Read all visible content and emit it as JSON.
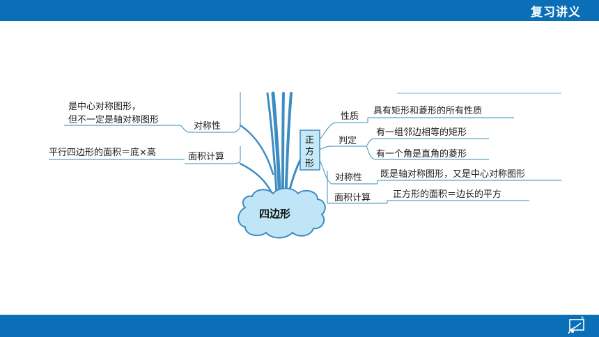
{
  "header": {
    "title": "复习讲义"
  },
  "footer": {
    "page_number": "9",
    "icon": "presenter-board-icon"
  },
  "colors": {
    "bar": "#0a6fb6",
    "branch": "#3d8cc2",
    "cloud_fill": "#bfe5f7",
    "cloud_stroke": "#3d8cc2",
    "box_fill": "#c6e8f7"
  },
  "mindmap": {
    "center": "四边形",
    "left": {
      "symmetry_desc_1": "是中心对称图形，",
      "symmetry_desc_2": "但不一定是轴对称图形",
      "symmetry_label": "对称性",
      "area_desc": "平行四边形的面积＝底×高",
      "area_label": "面积计算"
    },
    "square": {
      "title": "正方形",
      "title_chars": [
        "正",
        "方",
        "形"
      ],
      "property_label": "性质",
      "property_desc": "具有矩形和菱形的所有性质",
      "judge_label": "判定",
      "judge_1": "有一组邻边相等的矩形",
      "judge_2": "有一个角是直角的菱形",
      "symmetry_label": "对称性",
      "symmetry_desc": "既是轴对称图形，又是中心对称图形",
      "area_label": "面积计算",
      "area_desc": "正方形的面积＝边长的平方"
    }
  }
}
